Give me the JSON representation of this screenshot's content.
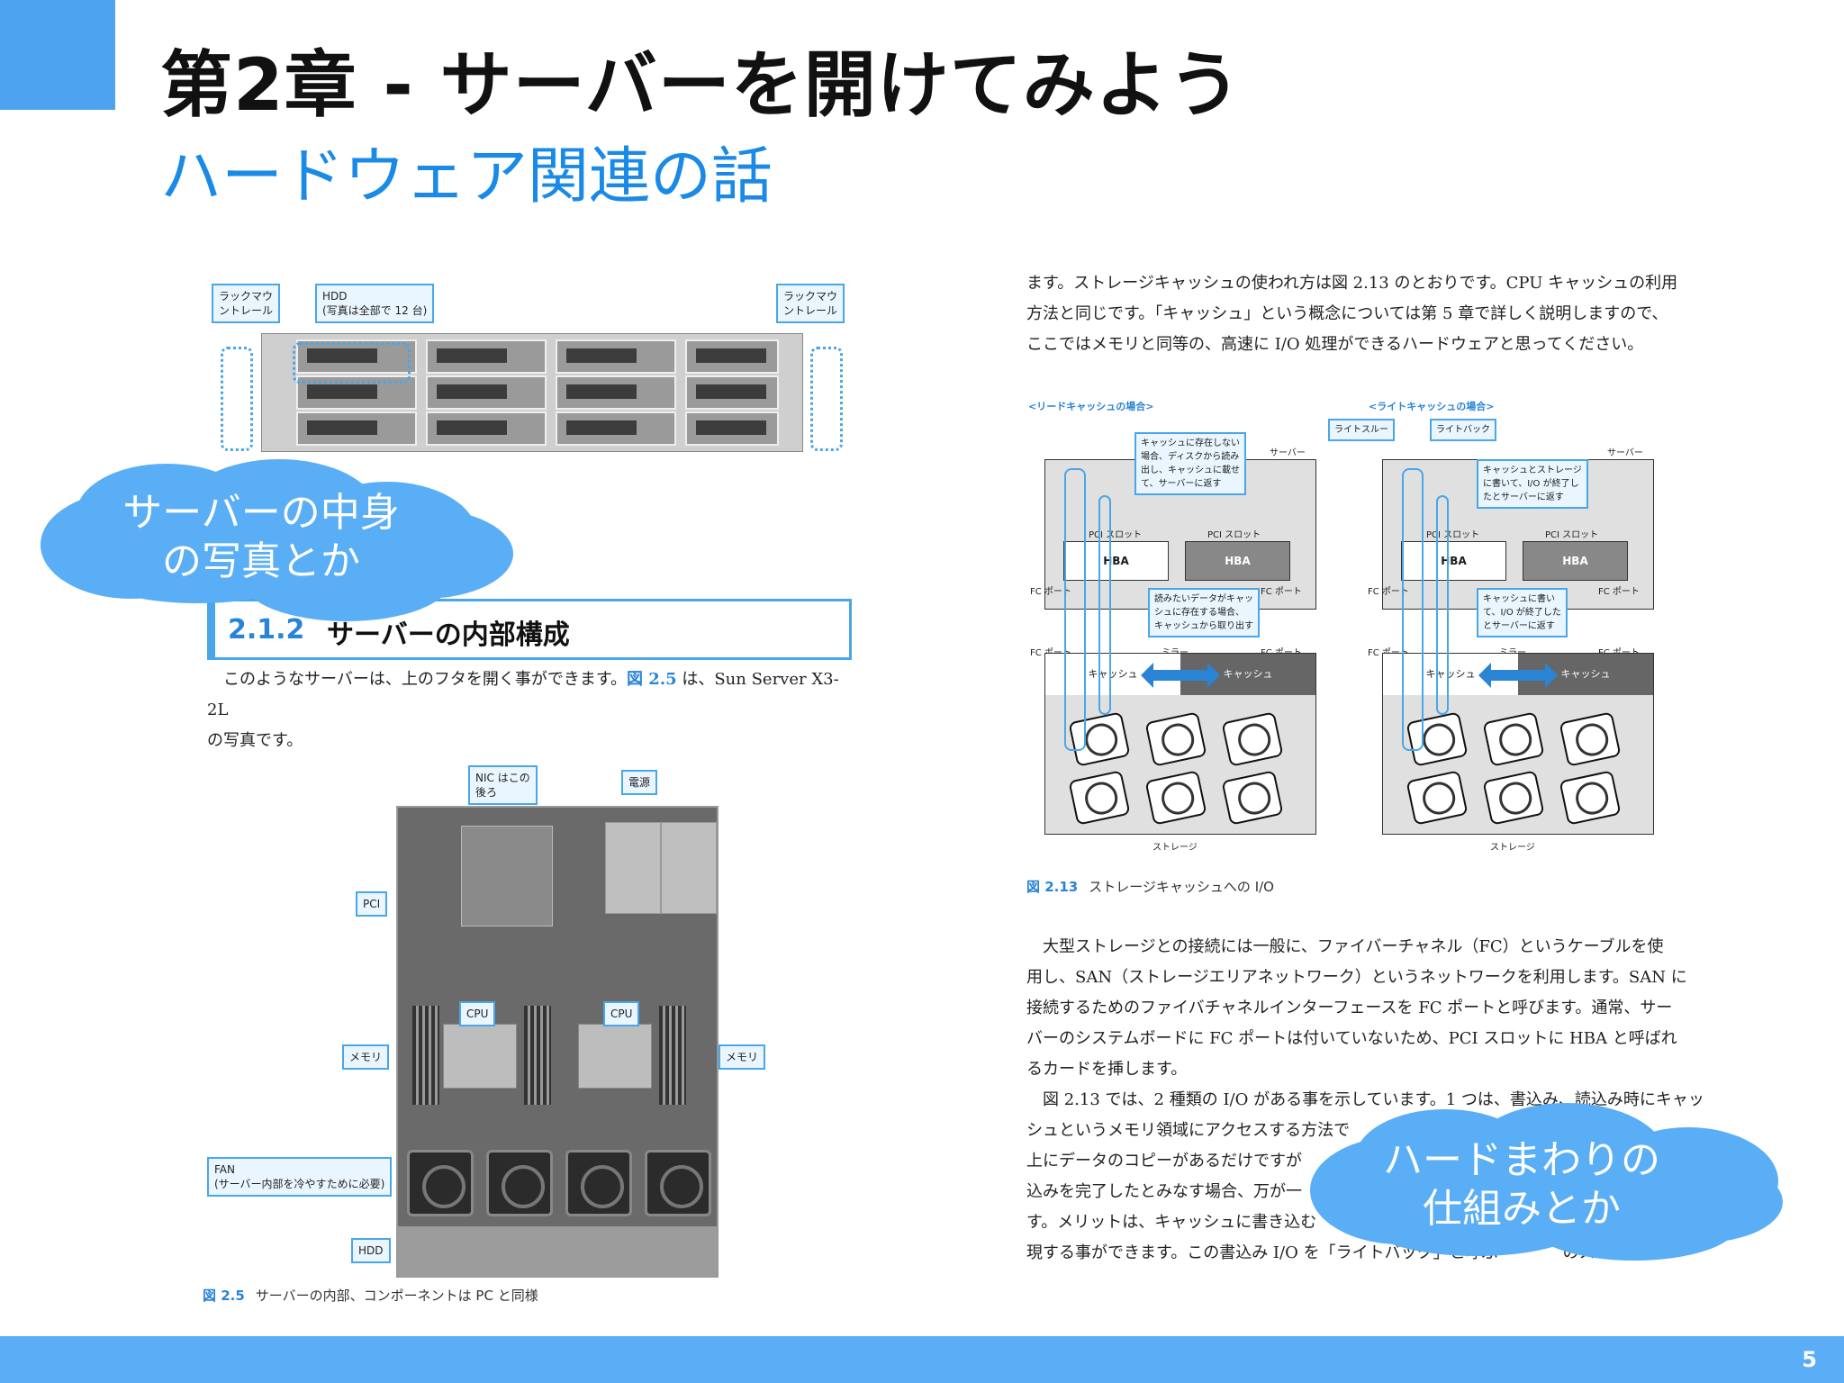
{
  "slide": {
    "title": "第2章 - サーバーを開けてみよう",
    "subtitle": "ハードウェア関連の話",
    "page_number": "5"
  },
  "left_page": {
    "callouts": {
      "rack_left": "ラックマウ\nントレール",
      "hdd": "HDD\n(写真は全部で 12 台)",
      "rack_right": "ラックマウ\nントレール"
    },
    "section": {
      "number": "2.1.2",
      "title": "サーバーの内部構成"
    },
    "body": {
      "text_before": "このようなサーバーは、上のフタを開く事ができます。",
      "ref": "図 2.5",
      "text_after": " は、Sun Server X3-2L",
      "line2": "の写真です。"
    },
    "figure_labels": {
      "nic": "NIC はこの\n後ろ",
      "power": "電源",
      "pci": "PCI",
      "cpu1": "CPU",
      "cpu2": "CPU",
      "mem_left": "メモリ",
      "mem_right": "メモリ",
      "fan": "FAN\n(サーバー内部を冷やすために必要)",
      "hdd": "HDD"
    },
    "caption": {
      "number": "図 2.5",
      "text": "サーバーの内部、コンポーネントは PC と同様"
    }
  },
  "right_page": {
    "intro_lines": [
      "ます。ストレージキャッシュの使われ方は図 2.13 のとおりです。CPU キャッシュの利用",
      "方法と同じです。「キャッシュ」という概念については第 5 章で詳しく説明しますので、",
      "ここではメモリと同等の、高速に I/O 処理ができるハードウェアと思ってください。"
    ],
    "diagram": {
      "read_heading": "<リードキャッシュの場合>",
      "write_heading": "<ライトキャッシュの場合>",
      "server_label": "サーバー",
      "storage_label": "ストレージ",
      "pci_slot": "PCI スロット",
      "hba": "HBA",
      "fc_port": "FC ポート",
      "mirror": "ミラー",
      "cache": "キャッシュ",
      "write_through": "ライトスルー",
      "write_back": "ライトバック",
      "read_callout_top": "キャッシュに存在しない\n場合、ディスクから読み\n出し、キャッシュに載せ\nて、サーバーに返す",
      "read_callout_mid": "読みたいデータがキャッ\nシュに存在する場合、\nキャッシュから取り出す",
      "write_callout_top": "キャッシュとストレージ\nに書いて、I/O が終了し\nたとサーバーに返す",
      "write_callout_mid": "キャッシュに書い\nて、I/O が終了した\nとサーバーに返す"
    },
    "caption": {
      "number": "図 2.13",
      "text": "ストレージキャッシュへの I/O"
    },
    "body_lines": [
      "大型ストレージとの接続には一般に、ファイバーチャネル（FC）というケーブルを使",
      "用し、SAN（ストレージエリアネットワーク）というネットワークを利用します。SAN に",
      "接続するためのファイバチャネルインターフェースを FC ポートと呼びます。通常、サー",
      "バーのシステムボードに FC ポートは付いていないため、PCI スロットに HBA と呼ばれ",
      "るカードを挿します。",
      "図 2.13 では、2 種類の I/O がある事を示しています。1 つは、書込み、読込み時にキャッ",
      "シュというメモリ領域にアクセスする方法で",
      "上にデータのコピーがあるだけですが",
      "込みを完了したとみなす場合、万が一",
      "す。メリットは、キャッシュに書き込む",
      "現する事ができます。この書込み I/O を「ライトバック」と呼ぶ　　　　のストレー"
    ]
  },
  "clouds": {
    "left": "サーバーの中身\nの写真とか",
    "right": "ハードまわりの\n仕組みとか"
  },
  "colors": {
    "accent": "#4da3f0",
    "subtitle": "#1a8ae6",
    "cloud": "#5aaef5",
    "figure_blue": "#49a6e8"
  }
}
